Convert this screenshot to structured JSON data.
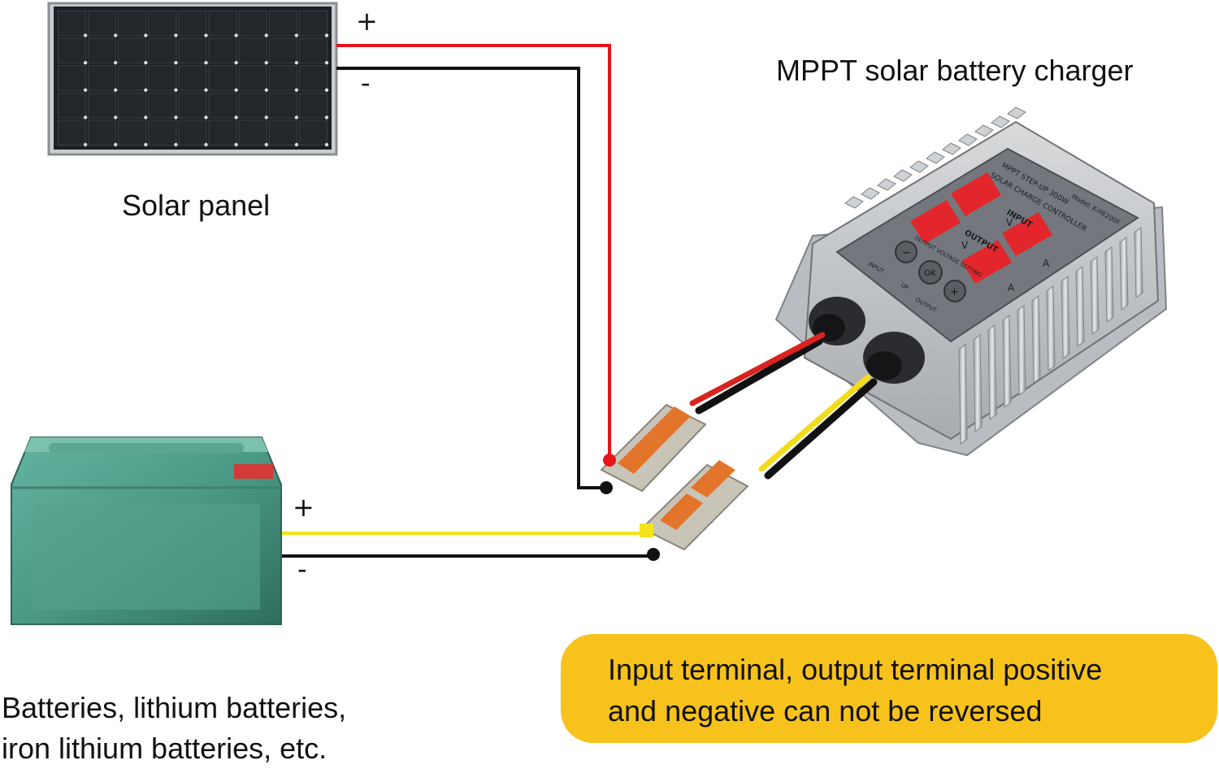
{
  "labels": {
    "charger": "MPPT solar battery charger",
    "solar_panel": "Solar panel",
    "battery_line1": "Batteries, lithium batteries,",
    "battery_line2": "iron lithium batteries, etc.",
    "panel_plus": "+",
    "panel_minus": "-",
    "battery_plus": "+",
    "battery_minus": "-"
  },
  "warning": {
    "line1": "Input terminal, output terminal positive",
    "line2": "and negative can not be reversed"
  },
  "device_panel": {
    "line1": "MPPT STEP-UP 300W",
    "line2": "SOLAR CHARGE CONTROLLER",
    "model": "Model: K-HE200F",
    "input": "INPUT",
    "output": "OUTPUT",
    "output_setting": "OUTPUT VOLTAGE SETTING",
    "unit_v": "V",
    "unit_a": "A",
    "btn_minus": "−",
    "btn_ok": "OK",
    "btn_plus": "+",
    "port_input": "INPUT",
    "port_up": "UP",
    "port_output": "OUTPUT"
  },
  "colors": {
    "positive_wire": "#e8141b",
    "negative_wire": "#111111",
    "output_positive_wire": "#f3e31a",
    "warning_bg": "#f7c21c",
    "battery_body": "#4a9a86",
    "solar_cell": "#1f2226"
  }
}
